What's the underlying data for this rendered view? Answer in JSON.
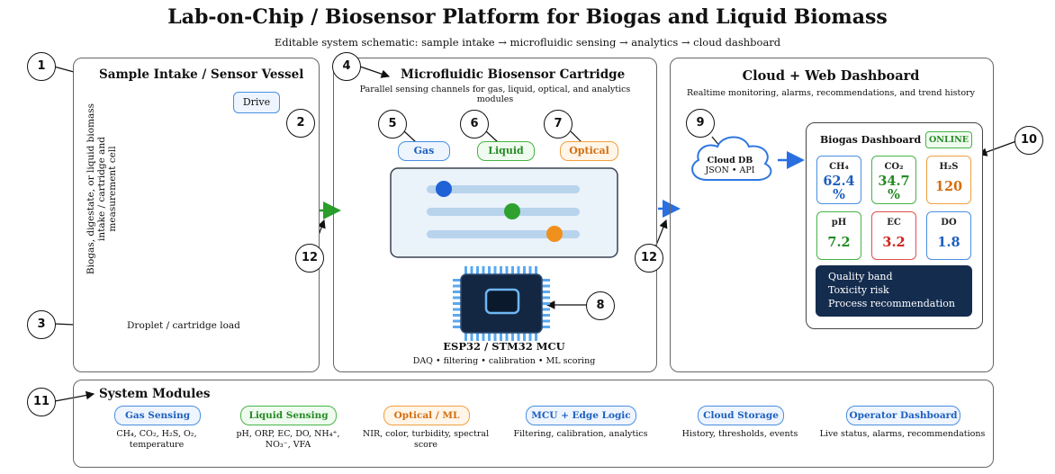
{
  "header": {
    "title": "Lab-on-Chip / Biosensor Platform for Biogas and Liquid Biomass",
    "subtitle": "Editable system schematic: sample intake → microfluidic sensing → analytics → cloud dashboard"
  },
  "callouts": [
    "1",
    "2",
    "3",
    "4",
    "5",
    "6",
    "7",
    "8",
    "9",
    "10",
    "11",
    "12",
    "12"
  ],
  "panel_intake": {
    "title": "Sample Intake / Sensor Vessel",
    "drive_label": "Drive",
    "vessel_label_line1": "Biogas, digestate, or liquid biomass",
    "vessel_label_line2": "intake / cartridge and",
    "vessel_label_line3": "measurement cell",
    "droplet_label": "Droplet / cartridge load"
  },
  "panel_cartridge": {
    "title": "Microfluidic Biosensor Cartridge",
    "subtitle_line1": "Parallel sensing channels for gas, liquid, optical, and analytics",
    "subtitle_line2": "modules",
    "channels": [
      {
        "label": "Gas",
        "color": "#1f62d6"
      },
      {
        "label": "Liquid",
        "color": "#2fa12f"
      },
      {
        "label": "Optical",
        "color": "#f0901c"
      }
    ],
    "mcu_label": "ESP32 / STM32 MCU",
    "mcu_desc": "DAQ • filtering • calibration • ML scoring"
  },
  "panel_cloud": {
    "title": "Cloud + Web Dashboard",
    "subtitle": "Realtime monitoring, alarms, recommendations, and trend history",
    "cloud_line1": "Cloud DB",
    "cloud_line2": "JSON • API",
    "dashboard_title": "Biogas Dashboard",
    "status_badge": "ONLINE",
    "metrics": [
      {
        "label": "CH₄",
        "value": "62.4\n%",
        "color": "#1d5fbf"
      },
      {
        "label": "CO₂",
        "value": "34.7\n%",
        "color": "#248a24"
      },
      {
        "label": "H₂S",
        "value": "120",
        "color": "#d46e10"
      },
      {
        "label": "pH",
        "value": "7.2",
        "color": "#248a24"
      },
      {
        "label": "EC",
        "value": "3.2",
        "color": "#d0201c"
      },
      {
        "label": "DO",
        "value": "1.8",
        "color": "#1d5fbf"
      }
    ],
    "info_lines": [
      "Quality band",
      "Toxicity risk",
      "Process recommendation"
    ]
  },
  "modules": {
    "title": "System Modules",
    "items": [
      {
        "label": "Gas Sensing",
        "desc_line1": "CH₄, CO₂, H₂S, O₂,",
        "desc_line2": "temperature"
      },
      {
        "label": "Liquid Sensing",
        "desc_line1": "pH, ORP, EC, DO, NH₄⁺,",
        "desc_line2": "NO₃⁻, VFA"
      },
      {
        "label": "Optical / ML",
        "desc_line1": "NIR, color, turbidity, spectral",
        "desc_line2": "score"
      },
      {
        "label": "MCU + Edge Logic",
        "desc_line1": "Filtering, calibration, analytics",
        "desc_line2": ""
      },
      {
        "label": "Cloud Storage",
        "desc_line1": "History, thresholds, events",
        "desc_line2": ""
      },
      {
        "label": "Operator Dashboard",
        "desc_line1": "Live status, alarms, recommendations",
        "desc_line2": ""
      }
    ]
  }
}
